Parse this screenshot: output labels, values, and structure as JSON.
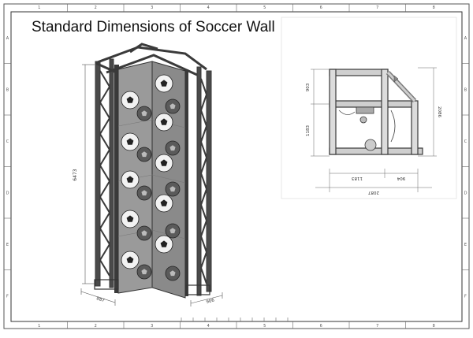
{
  "title": "Standard Dimensions of Soccer Wall",
  "frame": {
    "columns": [
      "1",
      "2",
      "3",
      "4",
      "5",
      "6",
      "7",
      "8"
    ],
    "rows": [
      "A",
      "B",
      "C",
      "D",
      "E",
      "F"
    ]
  },
  "iso_view": {
    "dim_height": "6473",
    "dim_depth_left": "887",
    "dim_depth_right": "906"
  },
  "plan_view": {
    "dim_upper": "903",
    "dim_lower": "1183",
    "dim_right": "2086",
    "dim_bottom_a": "1183",
    "dim_bottom_b": "904",
    "dim_total": "2087"
  },
  "colors": {
    "line": "#333333",
    "panel": "#9a9a9a",
    "panel_dark": "#7e7e7e",
    "steel": "#3a3a3a",
    "frame": "#555555"
  }
}
